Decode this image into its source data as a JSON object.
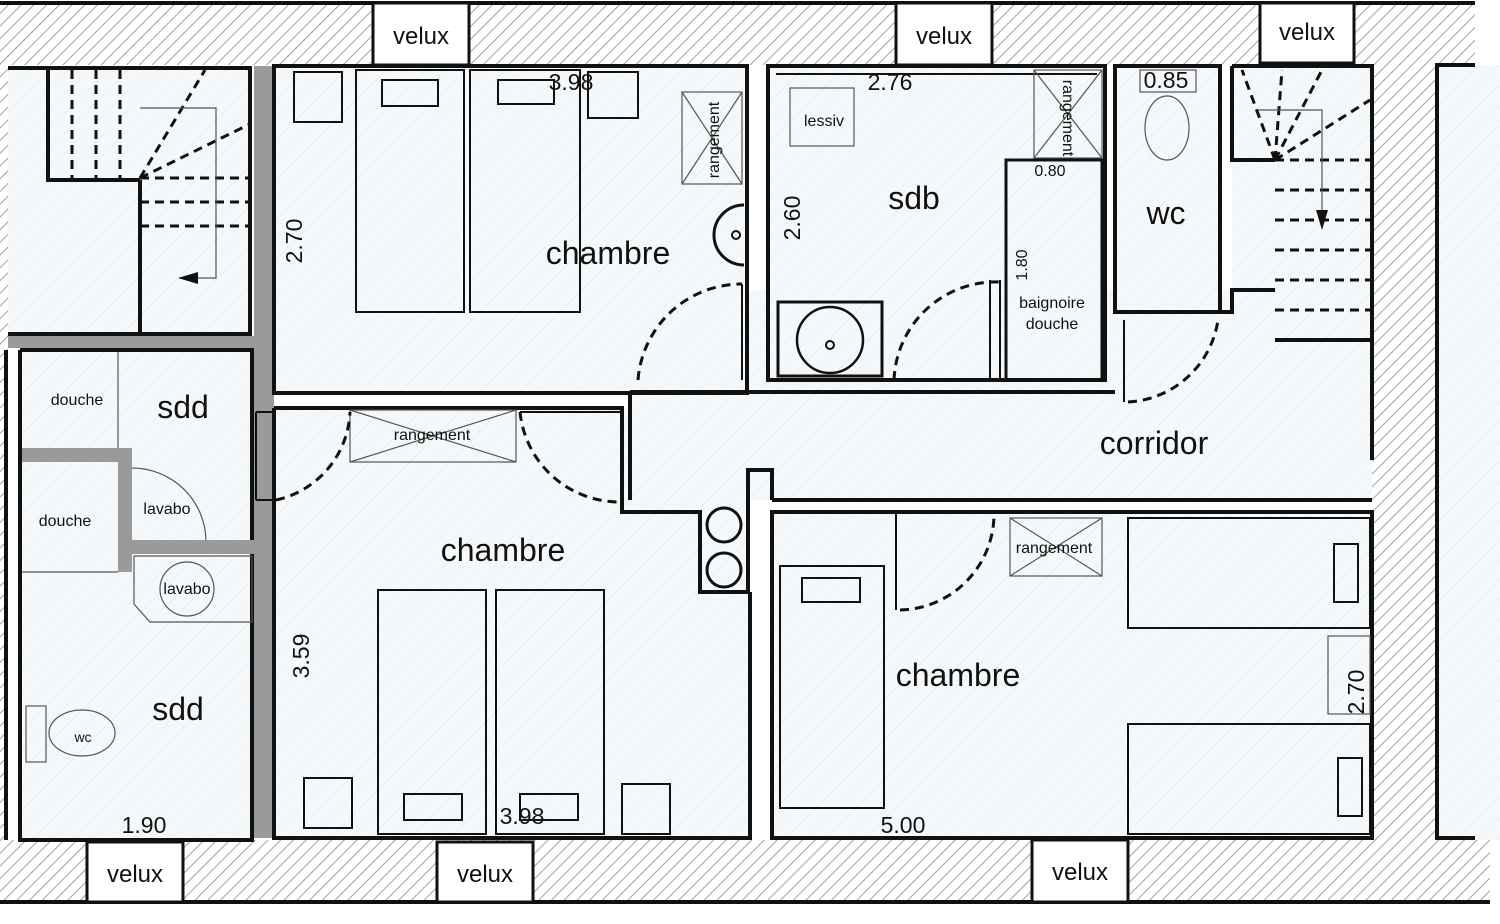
{
  "plan": {
    "velux_labels": [
      "velux",
      "velux",
      "velux",
      "velux",
      "velux",
      "velux"
    ],
    "rooms": {
      "chambre_top": "chambre",
      "chambre_center": "chambre",
      "chambre_bottom_right": "chambre",
      "sdb": "sdb",
      "wc_top": "wc",
      "corridor": "corridor",
      "sdd_top": "sdd",
      "sdd_bottom": "sdd"
    },
    "fixtures": {
      "lessiv": "lessiv",
      "rangement_top_left": "rangement",
      "rangement_sdb": "rangement",
      "rangement_center": "rangement",
      "rangement_right": "rangement",
      "baignoire": "baignoire",
      "douche_bath": "douche",
      "douche_top": "douche",
      "douche_mid": "douche",
      "lavabo_top": "lavabo",
      "lavabo_mid": "lavabo",
      "wc_small": "wc"
    },
    "dimensions": {
      "chambre_top_width": "3.98",
      "chambre_top_height": "2.70",
      "sdb_width": "2.76",
      "sdb_height": "2.60",
      "bath_width": "0.80",
      "bath_length": "1.80",
      "wc_width": "0.85",
      "chambre_center_height": "3.59",
      "chambre_center_width": "3.98",
      "sdd_width": "1.90",
      "chambre_right_width": "5.00",
      "chambre_right_height": "2.70"
    }
  }
}
